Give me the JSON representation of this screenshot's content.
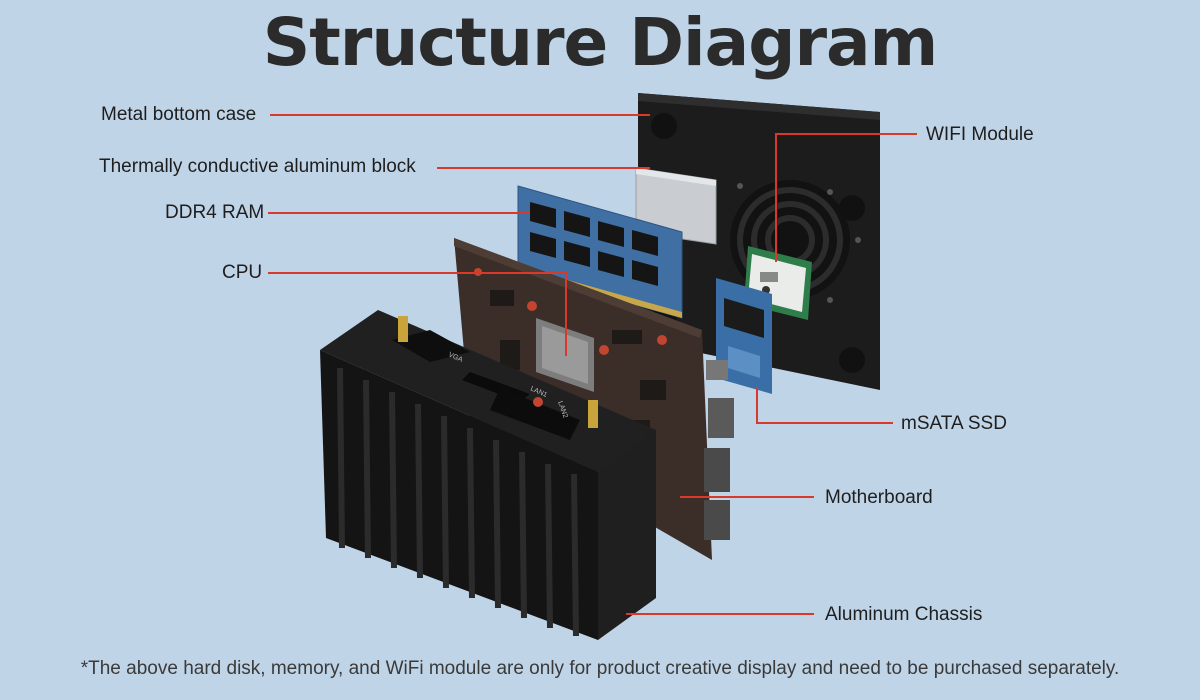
{
  "title": "Structure Diagram",
  "labels": {
    "metal_bottom_case": "Metal bottom case",
    "thermal_block": "Thermally conductive aluminum block",
    "ddr4_ram": "DDR4 RAM",
    "cpu": "CPU",
    "wifi_module": "WIFI Module",
    "msata_ssd": "mSATA SSD",
    "motherboard": "Motherboard",
    "aluminum_chassis": "Aluminum Chassis"
  },
  "port_labels": {
    "vga": "VGA",
    "lan1": "LAN1",
    "lan2": "LAN2"
  },
  "footnote": "*The above hard disk, memory, and WiFi module are only for product creative display and need to be purchased separately.",
  "colors": {
    "background": "#c0d4e8",
    "leader_line": "#d9392b",
    "plate": "#1a1a1a",
    "board": "#3b2e28",
    "ram_pcb": "#3f6fa3",
    "chassis": "#161616"
  }
}
